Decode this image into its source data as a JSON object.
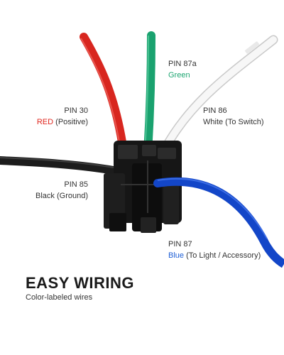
{
  "labels": {
    "pin87a": {
      "pin": "PIN 87a",
      "desc": "Green"
    },
    "pin30": {
      "pin": "PIN 30",
      "color_word": "RED",
      "desc": " (Positive)"
    },
    "pin86": {
      "pin": "PIN 86",
      "desc": "White (To Switch)"
    },
    "pin85": {
      "pin": "PIN 85",
      "desc": "Black (Ground)"
    },
    "pin87": {
      "pin": "PIN 87",
      "color_word": "Blue",
      "desc": " (To Light / Accessory)"
    }
  },
  "heading": {
    "title": "EASY WIRING",
    "subtitle": "Color-labeled wires"
  },
  "colors": {
    "red_wire": "#d8261f",
    "green_wire": "#1aa26f",
    "white_wire": "#f4f4f4",
    "black_wire": "#1c1c1c",
    "blue_wire": "#1346c8",
    "connector": "#161616"
  }
}
